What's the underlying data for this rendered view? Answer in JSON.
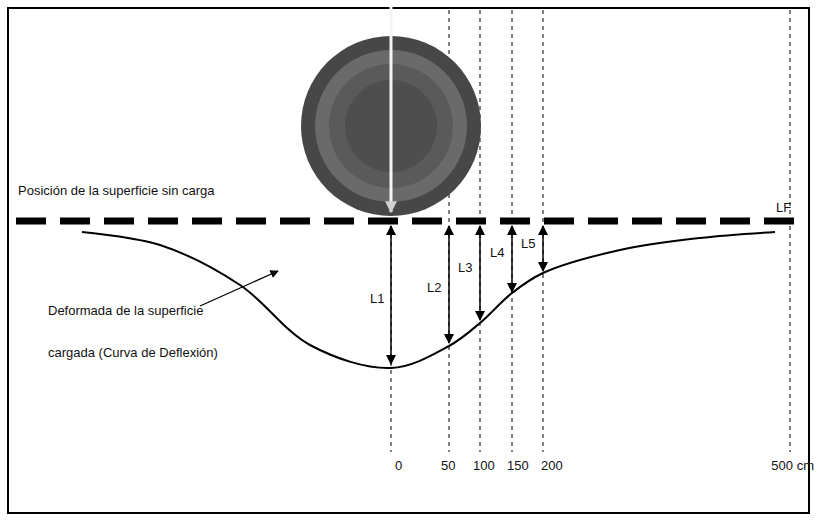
{
  "diagram": {
    "labels": [
      "Posición de la superficie sin carga",
      "Deformada de la superficie cargada (Curva de Deflexión)",
      "L1",
      "L2",
      "L3",
      "L4",
      "L5",
      "LF",
      "0",
      "50",
      "100",
      "150",
      "200",
      "500 cm"
    ]
  }
}
